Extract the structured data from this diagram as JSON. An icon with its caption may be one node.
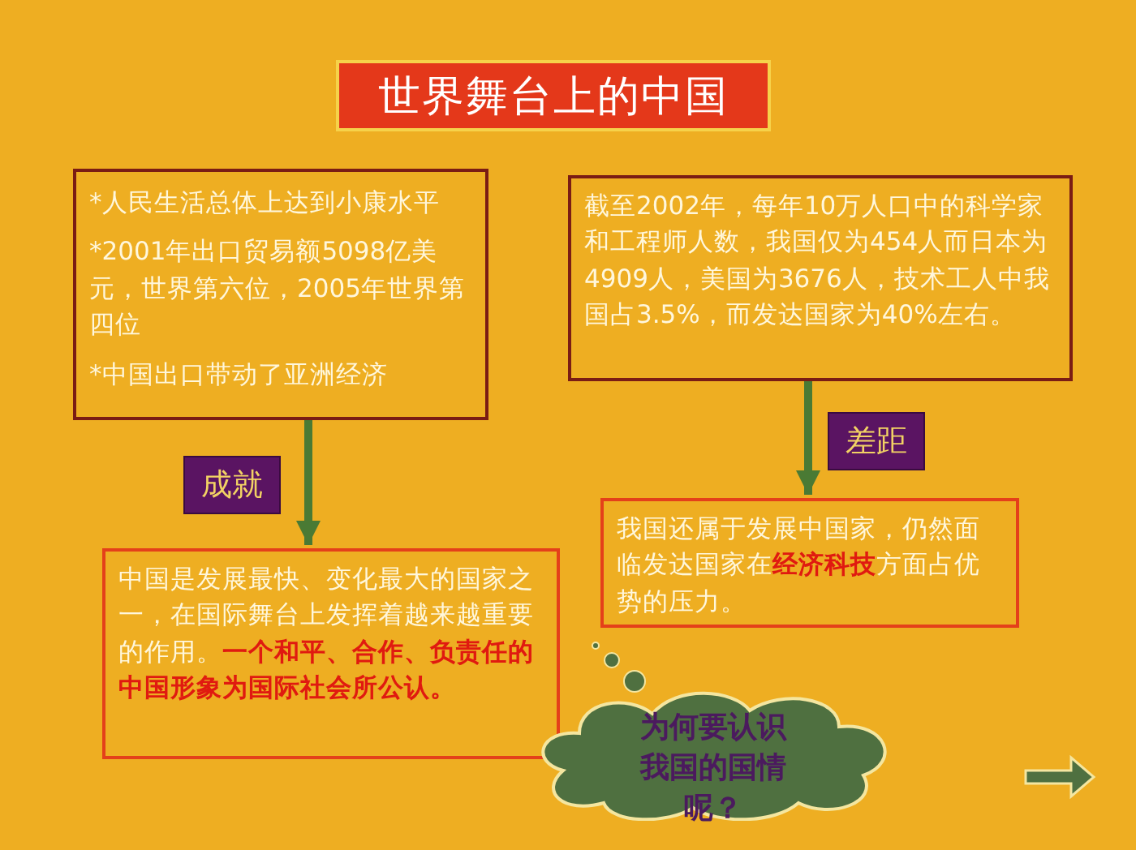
{
  "diagram": {
    "nodes": [
      {
        "text": [
          "世界舞台上的中国"
        ]
      },
      {
        "text": [
          "*人民生活总体上达到小康水平",
          "*2001年出口贸易额5098亿美元，世界第六位，2005年世界第四位",
          "*中国出口带动了亚洲经济"
        ]
      },
      {
        "text": [
          "截至2002年，每年10万人口中的科学家和工程师人数，我国仅为454人而日本为4909人，美国为3676人，技术工人中我国占3.5%，而发达国家为40%左右。"
        ]
      },
      {
        "text": [
          "中国是发展最快、变化最大的国家之一，在国际舞台上发挥着越来越重要的作用。**一个和平、合作、负责任的中国形象为国际社会所公认。**"
        ]
      },
      {
        "text": [
          "我国还属于发展中国家，仍然面临发达国家在**经济科技**方面占优势的压力。"
        ]
      },
      {
        "text": [
          "为何要认识我国的国情呢？"
        ]
      }
    ],
    "edges": [
      {
        "from": 1,
        "to": 3,
        "arrow": "to",
        "label": "成就"
      },
      {
        "from": 2,
        "to": 4,
        "arrow": "to",
        "label": "差距"
      }
    ]
  }
}
